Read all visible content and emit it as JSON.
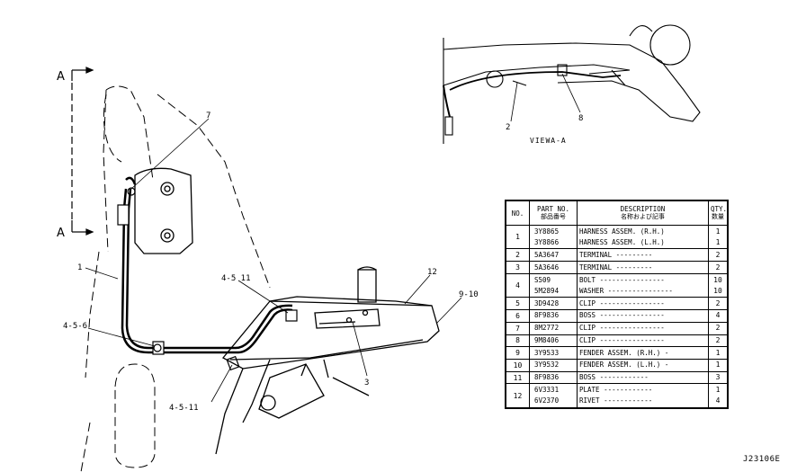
{
  "callouts": {
    "c7": "7",
    "c1": "1",
    "c456": "4-5-6",
    "c4511_top": "4-5 11",
    "c4511_bottom": "4-5-11",
    "c12": "12",
    "c910": "9-10",
    "c3": "3",
    "c2": "2",
    "c8": "8",
    "a_top": "A",
    "a_bottom": "A"
  },
  "view_label": "VIEWA-A",
  "drawing_number": "J23106E",
  "table": {
    "headers": {
      "no": "NO.",
      "part_no": "PART NO.",
      "part_no_sub": "部品番号",
      "description": "DESCRIPTION",
      "description_sub": "名称および記事",
      "qty": "QTY.",
      "qty_sub": "数量"
    },
    "rows": [
      {
        "no": "1",
        "parts": [
          "3Y8865",
          "3Y8866"
        ],
        "descs": [
          "HARNESS ASSEM. (R.H.)",
          "HARNESS ASSEM. (L.H.)"
        ],
        "qtys": [
          "1",
          "1"
        ]
      },
      {
        "no": "2",
        "parts": [
          "5A3647"
        ],
        "descs": [
          "TERMINAL ---------"
        ],
        "qtys": [
          "2"
        ]
      },
      {
        "no": "3",
        "parts": [
          "5A3646"
        ],
        "descs": [
          "TERMINAL ---------"
        ],
        "qtys": [
          "2"
        ]
      },
      {
        "no": "4",
        "parts": [
          "S509",
          "5M2894"
        ],
        "descs": [
          "BOLT ----------------",
          "WASHER ----------------"
        ],
        "qtys": [
          "10",
          "10"
        ]
      },
      {
        "no": "5",
        "parts": [
          "3D9428"
        ],
        "descs": [
          "CLIP ----------------"
        ],
        "qtys": [
          "2"
        ]
      },
      {
        "no": "6",
        "parts": [
          "8F9836"
        ],
        "descs": [
          "BOSS ----------------"
        ],
        "qtys": [
          "4"
        ]
      },
      {
        "no": "7",
        "parts": [
          "8M2772"
        ],
        "descs": [
          "CLIP ----------------"
        ],
        "qtys": [
          "2"
        ]
      },
      {
        "no": "8",
        "parts": [
          "9M8406"
        ],
        "descs": [
          "CLIP ----------------"
        ],
        "qtys": [
          "2"
        ]
      },
      {
        "no": "9",
        "parts": [
          "3Y9533"
        ],
        "descs": [
          "FENDER ASSEM. (R.H.) -"
        ],
        "qtys": [
          "1"
        ]
      },
      {
        "no": "10",
        "parts": [
          "3Y9532"
        ],
        "descs": [
          "FENDER ASSEM. (L.H.) -"
        ],
        "qtys": [
          "1"
        ]
      },
      {
        "no": "11",
        "parts": [
          "8F9836"
        ],
        "descs": [
          "BOSS ------------"
        ],
        "qtys": [
          "3"
        ]
      },
      {
        "no": "12",
        "parts": [
          "6V3331",
          "6V2370"
        ],
        "descs": [
          "PLATE ------------",
          "RIVET ------------"
        ],
        "qtys": [
          "1",
          "4"
        ]
      }
    ]
  }
}
